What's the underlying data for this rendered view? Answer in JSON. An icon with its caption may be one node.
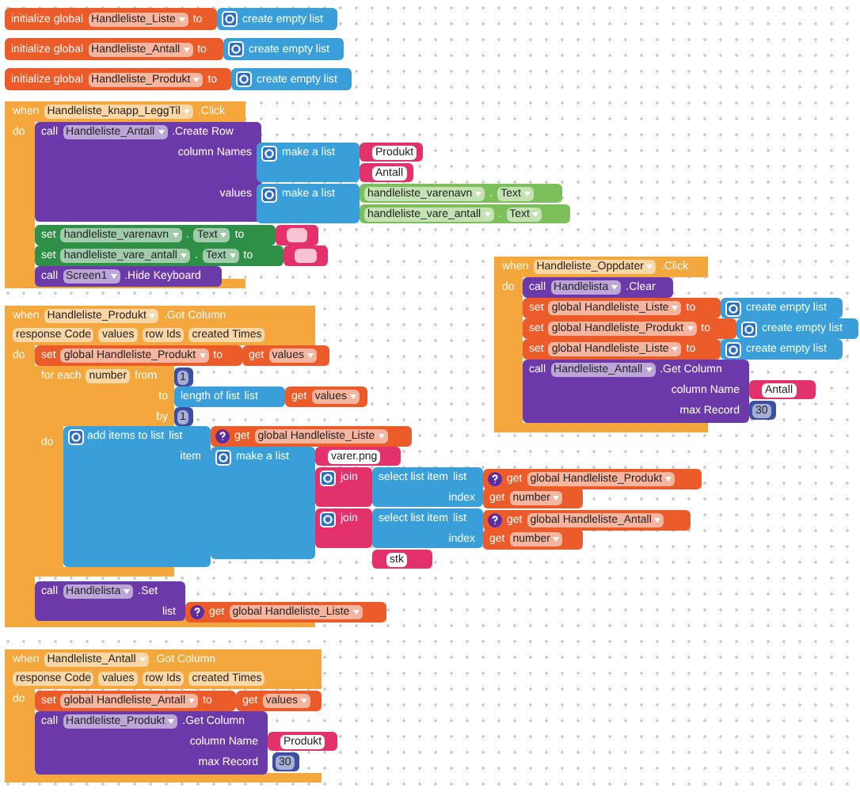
{
  "diagram": {
    "nodes": [
      {
        "text": [
          "initialize global",
          "Handleliste_Liste",
          "to"
        ]
      },
      {
        "text": [
          "create empty list"
        ]
      },
      {
        "text": [
          "initialize global",
          "Handleliste_Antall",
          "to"
        ]
      },
      {
        "text": [
          "create empty list"
        ]
      },
      {
        "text": [
          "initialize global",
          "Handleliste_Produkt",
          "to"
        ]
      },
      {
        "text": [
          "create empty list"
        ]
      },
      {
        "text": [
          "when",
          "Handleliste_knapp_LeggTil",
          ".Click",
          "do"
        ]
      },
      {
        "text": [
          "call",
          "Handleliste_Antall",
          ".Create Row",
          "column Names",
          "values"
        ]
      },
      {
        "text": [
          "make a list"
        ]
      },
      {
        "text": [
          "Produkt"
        ]
      },
      {
        "text": [
          "Antall"
        ]
      },
      {
        "text": [
          "make a list"
        ]
      },
      {
        "text": [
          "handleliste_varenavn",
          ".",
          "Text"
        ]
      },
      {
        "text": [
          "handleliste_vare_antall",
          ".",
          "Text"
        ]
      },
      {
        "text": [
          "set",
          "handleliste_varenavn",
          ".",
          "Text",
          "to"
        ]
      },
      {
        "text": [],
        "shape": "box"
      },
      {
        "text": [
          "set",
          "handleliste_vare_antall",
          ".",
          "Text",
          "to"
        ]
      },
      {
        "text": [],
        "shape": "box"
      },
      {
        "text": [
          "call",
          "Screen1",
          ".Hide Keyboard"
        ]
      },
      {
        "text": [
          "when",
          "Handleliste_Oppdater",
          ".Click",
          "do"
        ]
      },
      {
        "text": [
          "call",
          "Handlelista",
          ".Clear"
        ]
      },
      {
        "text": [
          "set",
          "global Handleliste_Liste",
          "to"
        ]
      },
      {
        "text": [
          "create empty list"
        ]
      },
      {
        "text": [
          "set",
          "global Handleliste_Produkt",
          "to"
        ]
      },
      {
        "text": [
          "create empty list"
        ]
      },
      {
        "text": [
          "set",
          "global Handleliste_Liste",
          "to"
        ]
      },
      {
        "text": [
          "create empty list"
        ]
      },
      {
        "text": [
          "call",
          "Handleliste_Antall",
          ".Get Column",
          "column Name",
          "max Record"
        ]
      },
      {
        "text": [
          "Antall"
        ]
      },
      {
        "text": [
          "30"
        ]
      },
      {
        "text": [
          "when",
          "Handleliste_Produkt",
          ".Got Column",
          "response Code",
          "values",
          "row Ids",
          "created Times",
          "do"
        ]
      },
      {
        "text": [
          "set",
          "global Handleliste_Produkt",
          "to"
        ]
      },
      {
        "text": [
          "get",
          "values"
        ]
      },
      {
        "text": [
          "for each",
          "number",
          "from",
          "to",
          "by",
          "do"
        ]
      },
      {
        "text": [
          "1"
        ]
      },
      {
        "text": [
          "length of list",
          "list"
        ]
      },
      {
        "text": [
          "get",
          "values"
        ]
      },
      {
        "text": [
          "1"
        ]
      },
      {
        "text": [
          "add items to list",
          "list",
          "item"
        ]
      },
      {
        "text": [
          "get",
          "global Handleliste_Liste"
        ]
      },
      {
        "text": [
          "make a list"
        ]
      },
      {
        "text": [
          "varer.png"
        ]
      },
      {
        "text": [
          "join"
        ]
      },
      {
        "text": [
          "select list item",
          "list",
          "index"
        ]
      },
      {
        "text": [
          "get",
          "global Handleliste_Produkt"
        ]
      },
      {
        "text": [
          "get",
          "number"
        ]
      },
      {
        "text": [
          "join"
        ]
      },
      {
        "text": [
          "select list item",
          "list",
          "index"
        ]
      },
      {
        "text": [
          "get",
          "global Handleliste_Antall"
        ]
      },
      {
        "text": [
          "get",
          "number"
        ]
      },
      {
        "text": [
          "stk"
        ]
      },
      {
        "text": [
          "call",
          "Handlelista",
          ".Set",
          "list"
        ]
      },
      {
        "text": [
          "get",
          "global Handleliste_Liste"
        ]
      },
      {
        "text": [
          "when",
          "Handleliste_Antall",
          ".Got Column",
          "response Code",
          "values",
          "row Ids",
          "created Times",
          "do"
        ]
      },
      {
        "text": [
          "set",
          "global Handleliste_Antall",
          "to"
        ]
      },
      {
        "text": [
          "get",
          "values"
        ]
      },
      {
        "text": [
          "call",
          "Handleliste_Produkt",
          ".Get Column",
          "column Name",
          "max Record"
        ]
      },
      {
        "text": [
          "Produkt"
        ]
      },
      {
        "text": [
          "30"
        ]
      }
    ]
  }
}
